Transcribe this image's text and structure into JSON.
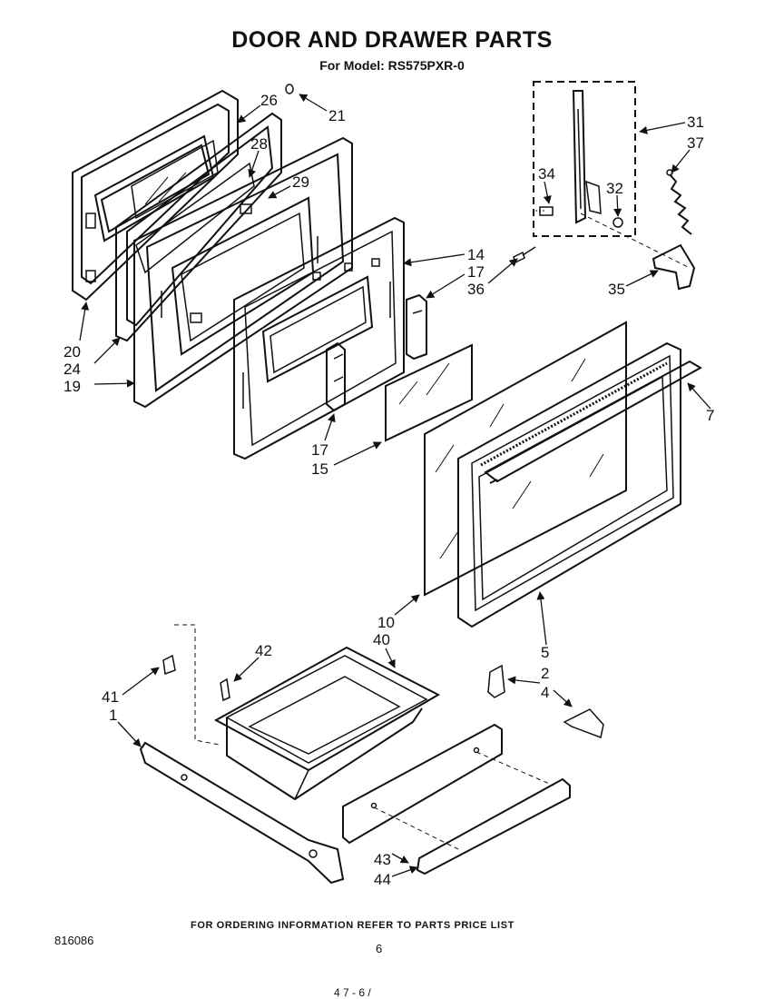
{
  "header": {
    "title": "DOOR AND DRAWER PARTS",
    "subtitle": "For Model: RS575PXR-0"
  },
  "footer": {
    "ordering_note": "FOR ORDERING INFORMATION REFER TO PARTS PRICE LIST",
    "doc_id": "816086",
    "page_number": "6",
    "stray_mark": "4 7 - 6 /"
  },
  "callouts": [
    {
      "id": "c21",
      "text": "21"
    },
    {
      "id": "c26",
      "text": "26"
    },
    {
      "id": "c28",
      "text": "28"
    },
    {
      "id": "c29",
      "text": "29"
    },
    {
      "id": "c31",
      "text": "31"
    },
    {
      "id": "c37",
      "text": "37"
    },
    {
      "id": "c34",
      "text": "34"
    },
    {
      "id": "c32",
      "text": "32"
    },
    {
      "id": "c14",
      "text": "14"
    },
    {
      "id": "c17a",
      "text": "17"
    },
    {
      "id": "c36",
      "text": "36"
    },
    {
      "id": "c35",
      "text": "35"
    },
    {
      "id": "c20",
      "text": "20"
    },
    {
      "id": "c24",
      "text": "24"
    },
    {
      "id": "c19",
      "text": "19"
    },
    {
      "id": "c7",
      "text": "7"
    },
    {
      "id": "c17b",
      "text": "17"
    },
    {
      "id": "c15",
      "text": "15"
    },
    {
      "id": "c10",
      "text": "10"
    },
    {
      "id": "c5",
      "text": "5"
    },
    {
      "id": "c42",
      "text": "42"
    },
    {
      "id": "c40",
      "text": "40"
    },
    {
      "id": "c41",
      "text": "41"
    },
    {
      "id": "c1",
      "text": "1"
    },
    {
      "id": "c2",
      "text": "2"
    },
    {
      "id": "c4",
      "text": "4"
    },
    {
      "id": "c43",
      "text": "43"
    },
    {
      "id": "c44",
      "text": "44"
    }
  ]
}
